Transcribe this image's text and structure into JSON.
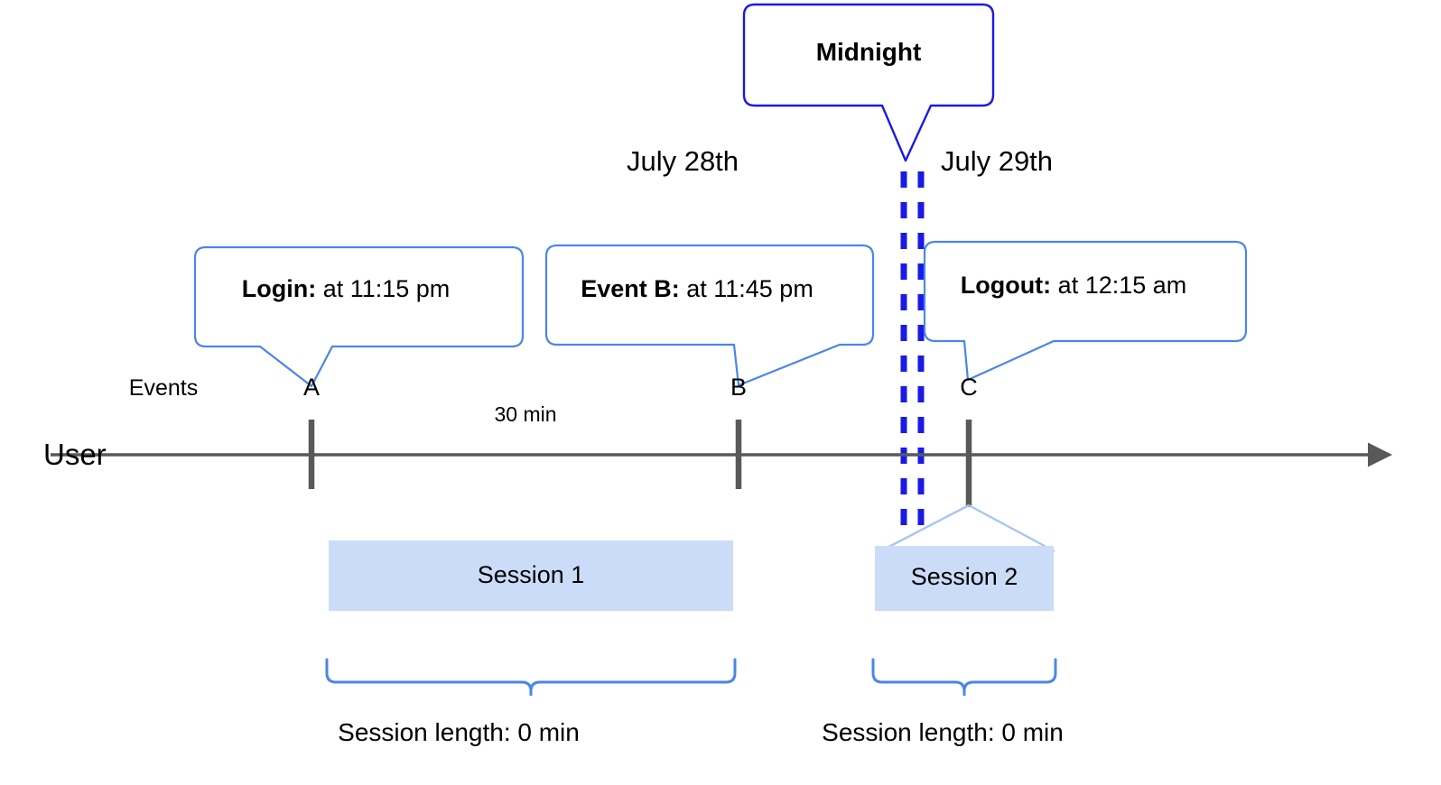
{
  "diagram": {
    "title_callout": {
      "label": "Midnight"
    },
    "dates": {
      "left": "July 28th",
      "right": "July 29th"
    },
    "axis": {
      "row_label": "User",
      "events_label": "Events",
      "gap_label": "30 min",
      "arrow_direction": "right"
    },
    "callouts": [
      {
        "name": "login",
        "bold": "Login:",
        "rest": " at 11:15 pm"
      },
      {
        "name": "event-b",
        "bold": "Event B:",
        "rest": " at 11:45 pm"
      },
      {
        "name": "logout",
        "bold": "Logout:",
        "rest": " at 12:15 am"
      }
    ],
    "markers": [
      {
        "id": "A",
        "label": "A"
      },
      {
        "id": "B",
        "label": "B"
      },
      {
        "id": "C",
        "label": "C"
      }
    ],
    "sessions": [
      {
        "id": "session-1",
        "label": "Session 1",
        "length_label": "Session length: 0 min"
      },
      {
        "id": "session-2",
        "label": "Session 2",
        "length_label": "Session length: 0 min"
      }
    ],
    "colors": {
      "callout_border": "#4a86e8",
      "midnight_border": "#1a1ae6",
      "midnight_dash": "#1a1ae6",
      "session_fill": "#cbdcf8",
      "session_edge": "#a9c6f0",
      "axis": "#595959",
      "brace": "#4a86e8",
      "text": "#000000"
    }
  }
}
